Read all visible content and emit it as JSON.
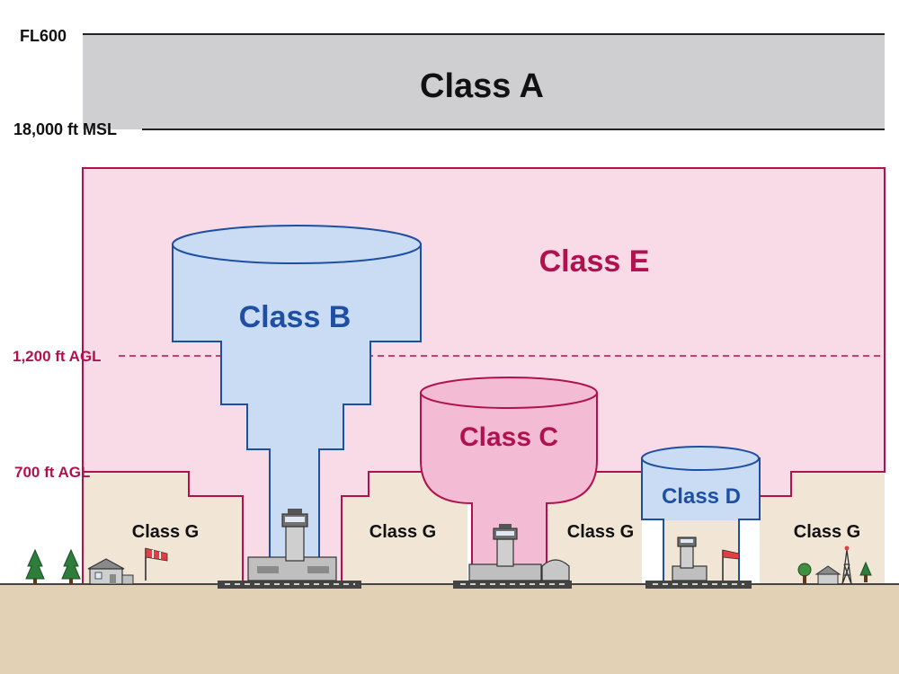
{
  "altitudes": {
    "fl600": "FL600",
    "msl18000": "18,000 ft MSL",
    "agl1200": "1,200 ft AGL",
    "agl700": "700 ft AGL"
  },
  "classes": {
    "a": "Class A",
    "b": "Class B",
    "c": "Class C",
    "d": "Class D",
    "e": "Class E",
    "g": "Class G"
  },
  "colors": {
    "class_a_fill": "#cfcfd1",
    "class_b_fill": "#c9dcf3",
    "class_b_stroke": "#1f4fa3",
    "class_c_fill": "#f4bcd4",
    "class_c_stroke": "#b0124f",
    "class_d_fill": "#c9dcf3",
    "class_d_stroke": "#1f4fa3",
    "class_e_fill": "#f9dbe7",
    "class_e_stroke": "#b0124f",
    "class_g_fill": "#f1e6d6",
    "ground": "#e2d1b5",
    "altitude_label": "#b0124f"
  },
  "icons": [
    "control-tower-icon",
    "hangar-icon",
    "windsock-icon",
    "tree-icon",
    "house-icon",
    "radio-tower-icon"
  ]
}
